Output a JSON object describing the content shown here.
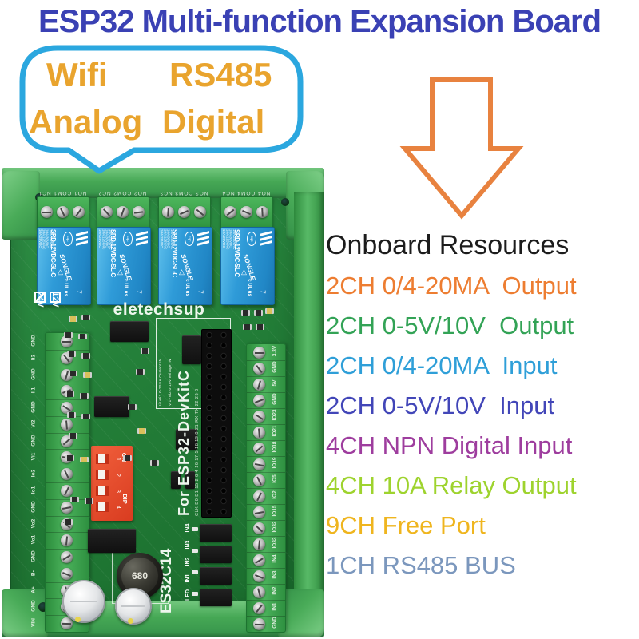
{
  "title": "ESP32 Multi-function Expansion Board",
  "bubble": {
    "words": [
      "Wifi",
      "RS485",
      "Analog",
      "Digital"
    ]
  },
  "resources": {
    "heading": "Onboard Resources",
    "items": [
      {
        "label": "2CH 0/4-20MA  Output",
        "color": "#ed7d31"
      },
      {
        "label": "2CH 0-5V/10V  Output",
        "color": "#33a356"
      },
      {
        "label": "2CH 0/4-20MA  Input",
        "color": "#2f9fd8"
      },
      {
        "label": "2CH 0-5V/10V  Input",
        "color": "#4246b8"
      },
      {
        "label": "4CH NPN Digital Input",
        "color": "#9e3d9e"
      },
      {
        "label": "4CH 10A Relay Output",
        "color": "#9ed32e"
      },
      {
        "label": "9CH Free Port",
        "color": "#efb51e"
      },
      {
        "label": "1CH RS485 BUS",
        "color": "#7b97bd"
      }
    ]
  },
  "board": {
    "brand": "eletechsup",
    "model": "ES32C14",
    "socket_label": "For ESP32-DevKitC",
    "pin_labels": "CLK D0 D1 15 2 0 4 16 17 5 18 19 0 21 RX TX 22 23 0",
    "silk_current": "Ii1+Ii2 0-20mA Current IN",
    "silk_voltage": "Vi1+Vi2 0-10V voltage IN",
    "power_options": [
      "12V",
      "24V"
    ],
    "dip": {
      "on": "ON",
      "label": "DIP",
      "positions": [
        "1",
        "2",
        "3",
        "4"
      ]
    },
    "inductor": "680",
    "led_labels": [
      "IN4",
      "IN3",
      "IN2",
      "IN1",
      "LED"
    ],
    "relay": {
      "brand": "SONGLE",
      "model": "SRD-12VDC-SL-C",
      "ratings": [
        "10A 250VAC",
        "10A 30VDC",
        "10A 125VAC",
        "10A 28VDC"
      ],
      "cert": "cqc",
      "ul": "c UL us",
      "pin_code": "7",
      "recycle_icon": "△"
    },
    "relay_terminals": [
      "NO1 COM1 NC1",
      "NO2 COM2 NC2",
      "NO3 COM3 NC3",
      "NO4 COM4 NC4"
    ],
    "left_terminals": [
      "GND",
      "Ii2",
      "GND",
      "Ii1",
      "GND",
      "Vi2",
      "GND",
      "Vi1",
      "Io2",
      "Io1",
      "GND",
      "Vo2",
      "Vo1",
      "GND",
      "B-",
      "A+",
      "GND",
      "VIN"
    ],
    "right_terminals": [
      "3.3V",
      "GND",
      "5V",
      "GND",
      "IO23",
      "IO21",
      "IO18",
      "IO19",
      "IO5",
      "IO2",
      "IO15",
      "IO32",
      "IO33",
      "IN4",
      "IN3",
      "IN2",
      "IN1",
      "GND"
    ]
  },
  "palette": {
    "title": "#3a41b4",
    "bubble_border": "#2ba7df",
    "bubble_text": "#e9a42e",
    "arrow": "#e8823f",
    "pcb_green": "#237e38",
    "rail_green": "#46a855",
    "relay_blue": "#2f9bd8",
    "dip_red": "#e14a28"
  }
}
